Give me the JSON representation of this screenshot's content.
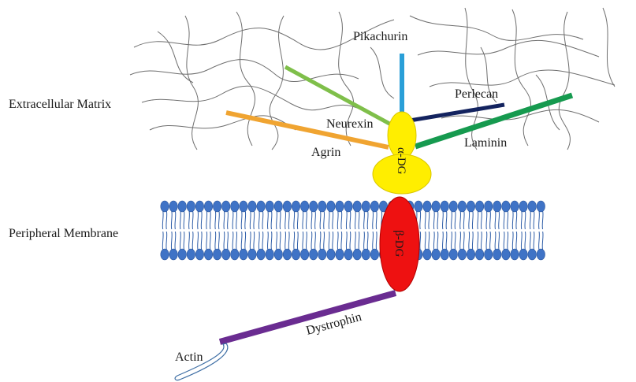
{
  "regions": {
    "ecm": "Extracellular Matrix",
    "membrane": "Peripheral Membrane"
  },
  "proteins": {
    "pikachurin": "Pikachurin",
    "perlecan": "Perlecan",
    "neurexin": "Neurexin",
    "agrin": "Agrin",
    "laminin": "Laminin",
    "alpha_dg": "α-DG",
    "beta_dg": "β-DG",
    "dystrophin": "Dystrophin",
    "actin": "Actin"
  },
  "colors": {
    "pikachurin": "#2a9fd8",
    "perlecan": "#13235f",
    "neurexin": "#7fbf4a",
    "agrin": "#f0a431",
    "laminin": "#169a4f",
    "dystroglycan_alpha": "#ffee00",
    "dystroglycan_beta": "#ee1111",
    "dystrophin": "#6a2c91",
    "lipid_head": "#3f73c6",
    "matrix_fibers": "#555555"
  }
}
